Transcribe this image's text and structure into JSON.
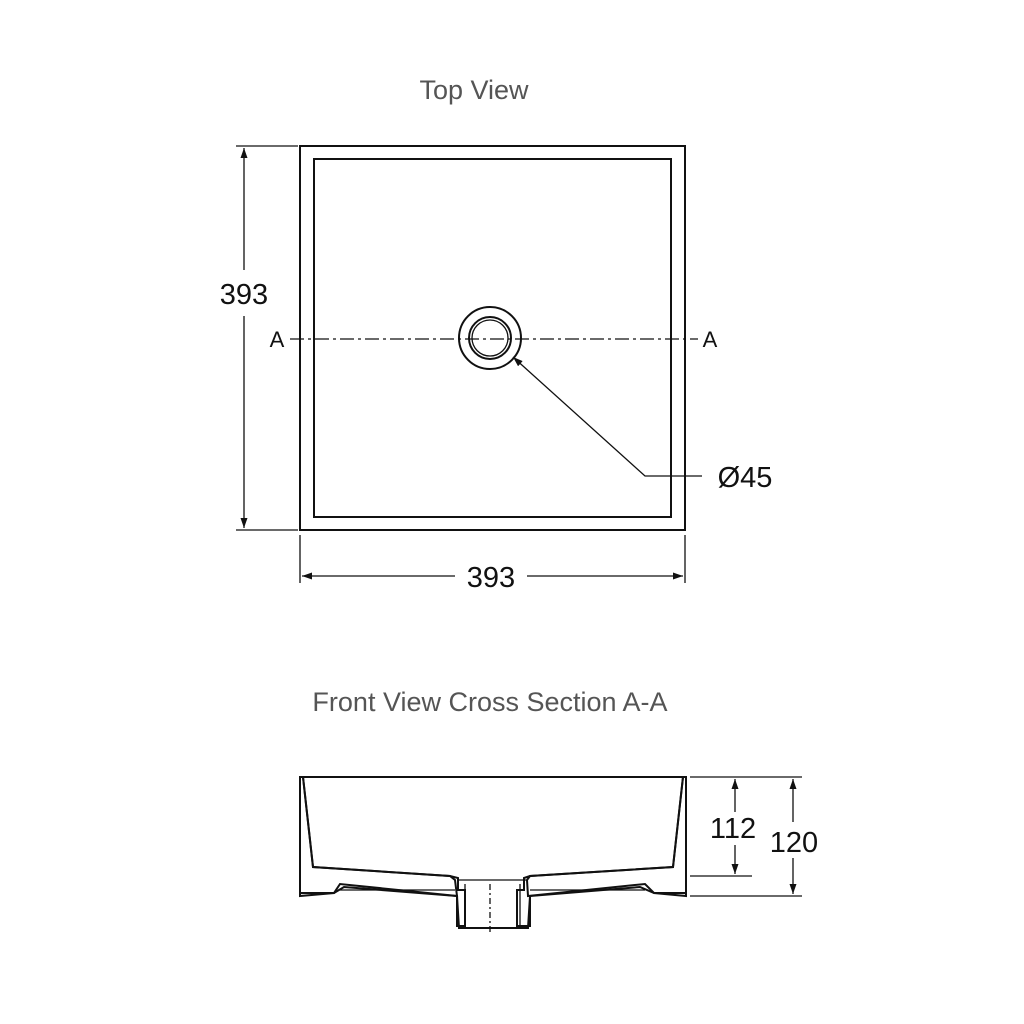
{
  "top_view": {
    "title": "Top View",
    "width_dim": "393",
    "depth_dim": "393",
    "section_label_left": "A",
    "section_label_right": "A",
    "drain_dim": "Ø45"
  },
  "front_view": {
    "title": "Front View Cross Section A-A",
    "inner_height_dim": "112",
    "total_height_dim": "120"
  }
}
